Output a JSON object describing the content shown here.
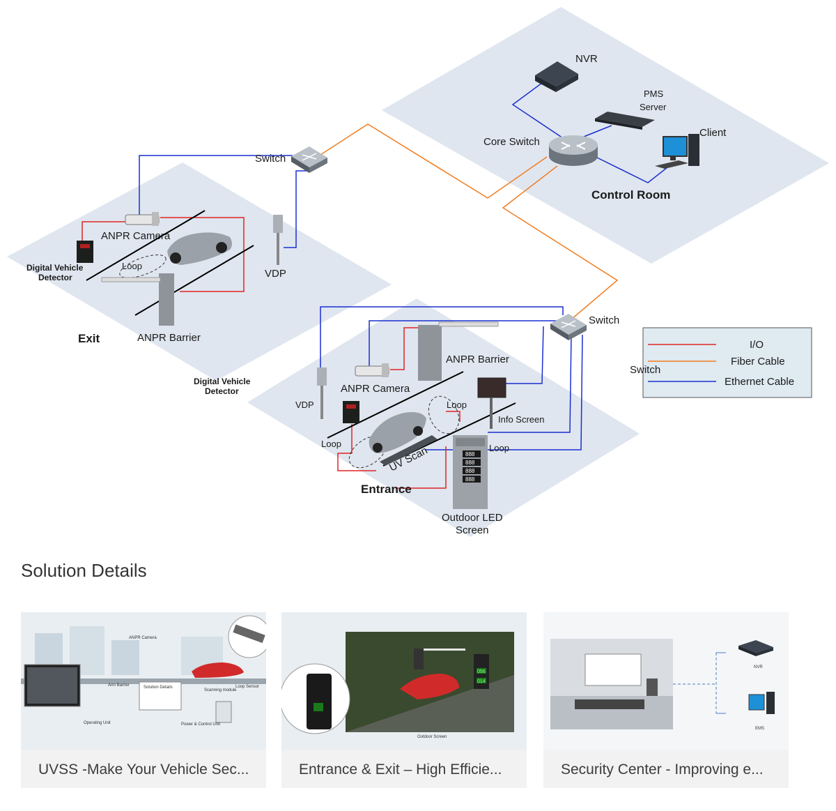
{
  "diagram": {
    "control_room": {
      "title": "Control Room",
      "nvr": "NVR",
      "pms_server_line1": "PMS",
      "pms_server_line2": "Server",
      "client": "Client",
      "core_switch": "Core Switch"
    },
    "exit": {
      "title": "Exit",
      "switch": "Switch",
      "anpr_camera": "ANPR Camera",
      "digital_vehicle_detector_line1": "Digital Vehicle",
      "digital_vehicle_detector_line2": "Detector",
      "loop": "Loop",
      "vdp": "VDP",
      "anpr_barrier": "ANPR Barrier"
    },
    "floating_label_line1": "Digital Vehicle",
    "floating_label_line2": "Detector",
    "entrance": {
      "title": "Entrance",
      "switch": "Switch",
      "vdp": "VDP",
      "anpr_camera": "ANPR Camera",
      "anpr_barrier": "ANPR Barrier",
      "loop_left": "Loop",
      "loop_top": "Loop",
      "loop_right": "Loop",
      "uv_scan": "UV Scan",
      "info_screen": "Info Screen",
      "outdoor_led_line1": "Outdoor LED",
      "outdoor_led_line2": "Screen",
      "led_rows": [
        "888",
        "888",
        "888",
        "888"
      ]
    },
    "legend": {
      "switch": "Switch",
      "io": "I/O",
      "fiber": "Fiber Cable",
      "ethernet": "Ethernet Cable"
    },
    "colors": {
      "io": "#e02424",
      "fiber": "#f07d22",
      "ethernet": "#1a2fd1",
      "zone": "#dfe6ef"
    }
  },
  "solution": {
    "heading": "Solution Details",
    "cards": [
      {
        "title": "UVSS -Make Your Vehicle Sec...",
        "image_labels": [
          "ANPR Camera",
          "Arm Barrier",
          "Solution Details",
          "Scanning module",
          "Loop Sensor",
          "Operating Unit",
          "Power & Control Unit"
        ]
      },
      {
        "title": "Entrance & Exit – High Efficie...",
        "image_labels": [
          "Outdoor Screen",
          "056",
          "014"
        ]
      },
      {
        "title": "Security Center - Improving e...",
        "image_labels": [
          "NVR",
          "EMS"
        ]
      }
    ]
  }
}
